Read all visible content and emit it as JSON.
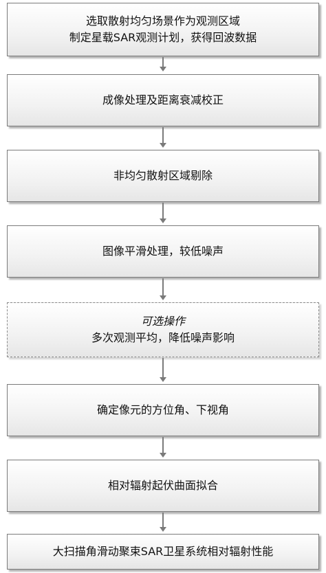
{
  "steps": [
    {
      "lines": [
        "选取散射均匀场景作为观测区域",
        "制定星载SAR观测计划，获得回波数据"
      ]
    },
    {
      "lines": [
        "成像处理及距离衰减校正"
      ]
    },
    {
      "lines": [
        "非均匀散射区域剔除"
      ]
    },
    {
      "lines": [
        "图像平滑处理，较低噪声"
      ]
    },
    {
      "optional_label": "可选操作",
      "lines": [
        "多次观测平均，降低噪声影响"
      ]
    },
    {
      "lines": [
        "确定像元的方位角、下视角"
      ]
    },
    {
      "lines": [
        "相对辐射起伏曲面拟合"
      ]
    },
    {
      "lines": [
        "大扫描角滑动聚束SAR卫星系统相对辐射性能"
      ]
    }
  ]
}
